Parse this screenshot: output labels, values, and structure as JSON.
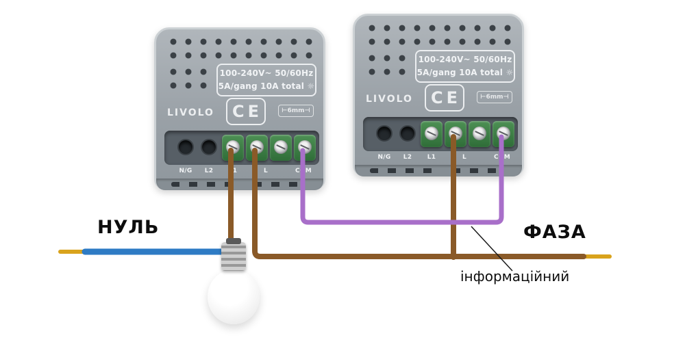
{
  "diagram": {
    "neutral_label": "НУЛЬ",
    "phase_label": "ФАЗА",
    "signal_label": "інформаційний"
  },
  "module": {
    "voltage": "100-240V~  50/60Hz",
    "rating": "5A/gang 10A total",
    "rating_icon": "☼",
    "brand": "LIVOLO",
    "ce_mark": "CE",
    "strip_gauge": "⊢6mm⊣",
    "terminals": [
      "N/G",
      "L2",
      "L1",
      "L",
      "COM"
    ]
  },
  "colors": {
    "neutral_wire": "#2e7bc4",
    "phase_wire": "#8a5a28",
    "signal_wire": "#a86fc9",
    "bare_wire_end": "#d9a31c",
    "pointer_line": "#1a1a1a"
  }
}
